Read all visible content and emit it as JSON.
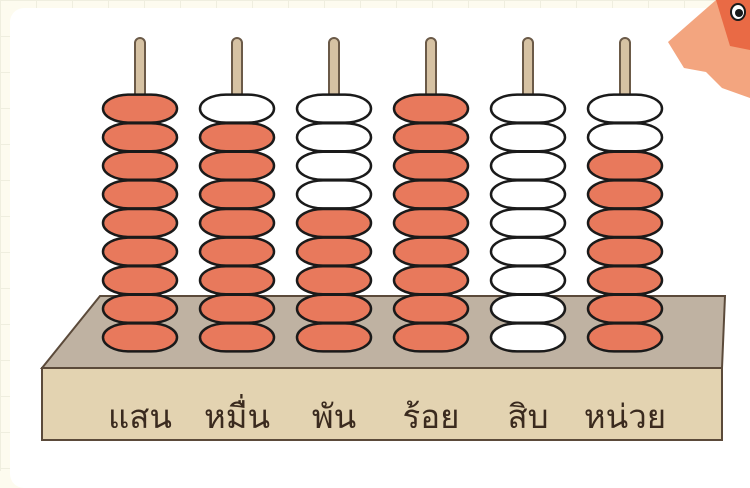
{
  "abacus": {
    "bead_colors": {
      "filled": "#e8795c",
      "empty": "#ffffff",
      "outline": "#1a1a1a"
    },
    "rods": [
      {
        "label": "แสน",
        "filled": 9,
        "total": 9
      },
      {
        "label": "หมื่น",
        "filled": 8,
        "total": 9
      },
      {
        "label": "พัน",
        "filled": 5,
        "total": 9
      },
      {
        "label": "ร้อย",
        "filled": 9,
        "total": 9
      },
      {
        "label": "สิบ",
        "filled": 0,
        "total": 9
      },
      {
        "label": "หน่วย",
        "filled": 7,
        "total": 9
      }
    ]
  },
  "decoration": {
    "mascot": "bird-mascot-corner"
  }
}
